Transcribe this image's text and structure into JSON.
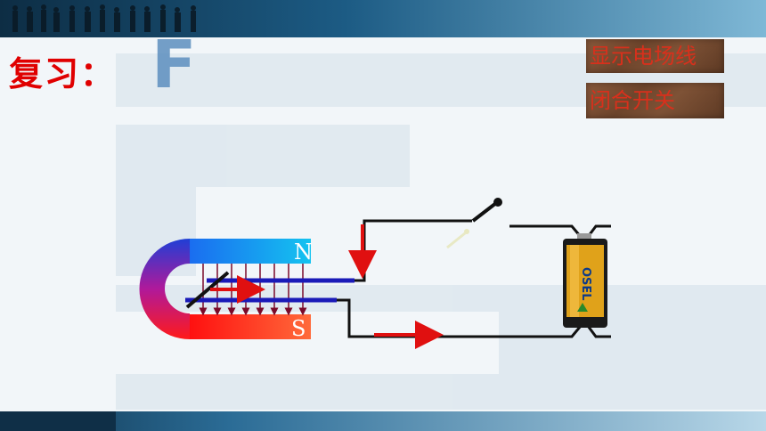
{
  "title": "复习：",
  "logo_letter": "F",
  "buttons": {
    "show_field_lines": "显示电场线",
    "close_switch": "闭合开关"
  },
  "magnet": {
    "north_label": "N",
    "south_label": "S"
  },
  "battery": {
    "brand": "OSEL"
  }
}
